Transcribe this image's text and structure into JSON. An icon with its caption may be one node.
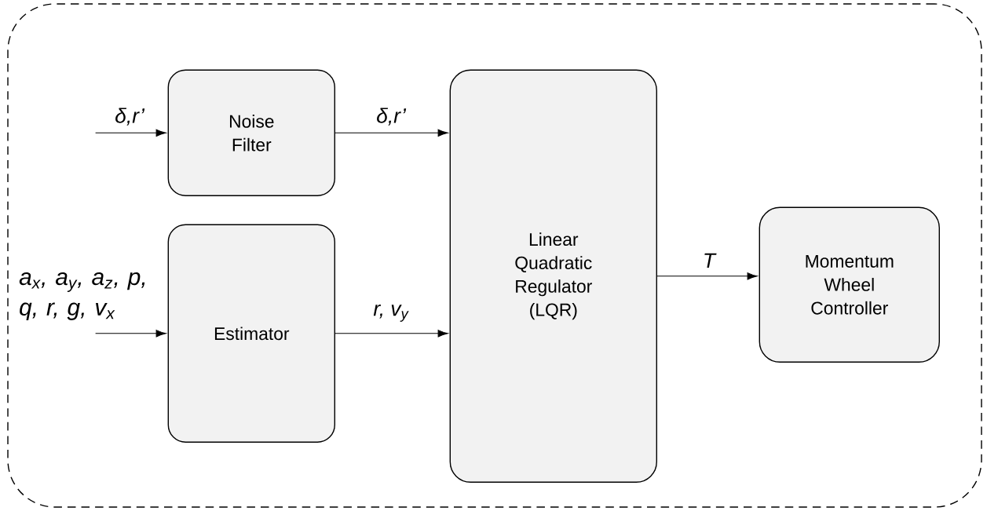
{
  "diagram": {
    "nodes": [
      {
        "text": [],
        "shape": "box"
      },
      {
        "text": [
          "Noise Filter"
        ],
        "in": 0
      },
      {
        "text": [
          "Estimator"
        ],
        "in": 0
      },
      {
        "text": [
          "Linear Quadratic Regulator (LQR)"
        ],
        "in": 0
      },
      {
        "text": [
          "Momentum Wheel Controller"
        ],
        "in": 0
      }
    ],
    "edges": [
      {
        "from": null,
        "to": 1,
        "arrow": "to",
        "label": "δ,r’"
      },
      {
        "from": null,
        "to": 2,
        "arrow": "to",
        "label": "a$_{x}$, a$_{y}$, a$_{z}$, p, q, r, g, v$_{x}$"
      },
      {
        "from": 1,
        "to": 3,
        "arrow": "to",
        "label": "δ,r’"
      },
      {
        "from": 2,
        "to": 3,
        "arrow": "to",
        "label": "r, v$_{y}$"
      },
      {
        "from": 3,
        "to": 4,
        "arrow": "to",
        "label": "T"
      }
    ]
  }
}
